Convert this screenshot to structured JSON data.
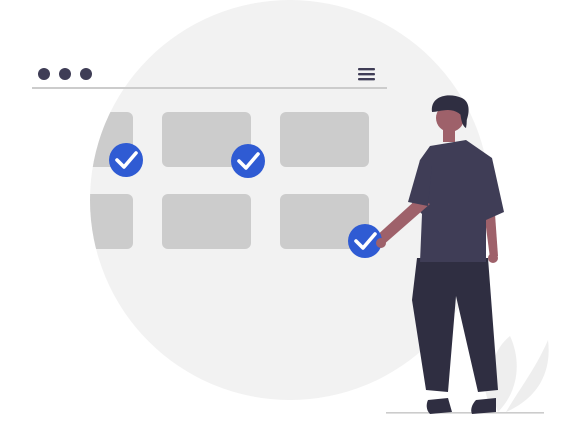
{
  "illustration": {
    "theme": "checklist-confirmation",
    "colors": {
      "background": "#ffffff",
      "circle": "#f2f2f2",
      "placeholder": "#cccccc",
      "divider": "#cccccc",
      "window_dots": "#3f3d56",
      "menu_icon": "#3f3d56",
      "check_badge": "#2f5bd3",
      "check_mark": "#ffffff",
      "shirt": "#3f3d56",
      "pants": "#2f2e41",
      "hair": "#2f2e41",
      "skin": "#9e616a",
      "shoes": "#2f2e41",
      "ground": "#cccccc",
      "plant": "#f2f2f2"
    },
    "grid": {
      "rows": 2,
      "columns": 3,
      "checked_cells": [
        {
          "row": 1,
          "column": 1
        },
        {
          "row": 1,
          "column": 2
        },
        {
          "row": 2,
          "column": 3
        }
      ]
    },
    "icons": [
      "window-dot-icon",
      "hamburger-menu-icon",
      "check-circle-icon"
    ]
  }
}
